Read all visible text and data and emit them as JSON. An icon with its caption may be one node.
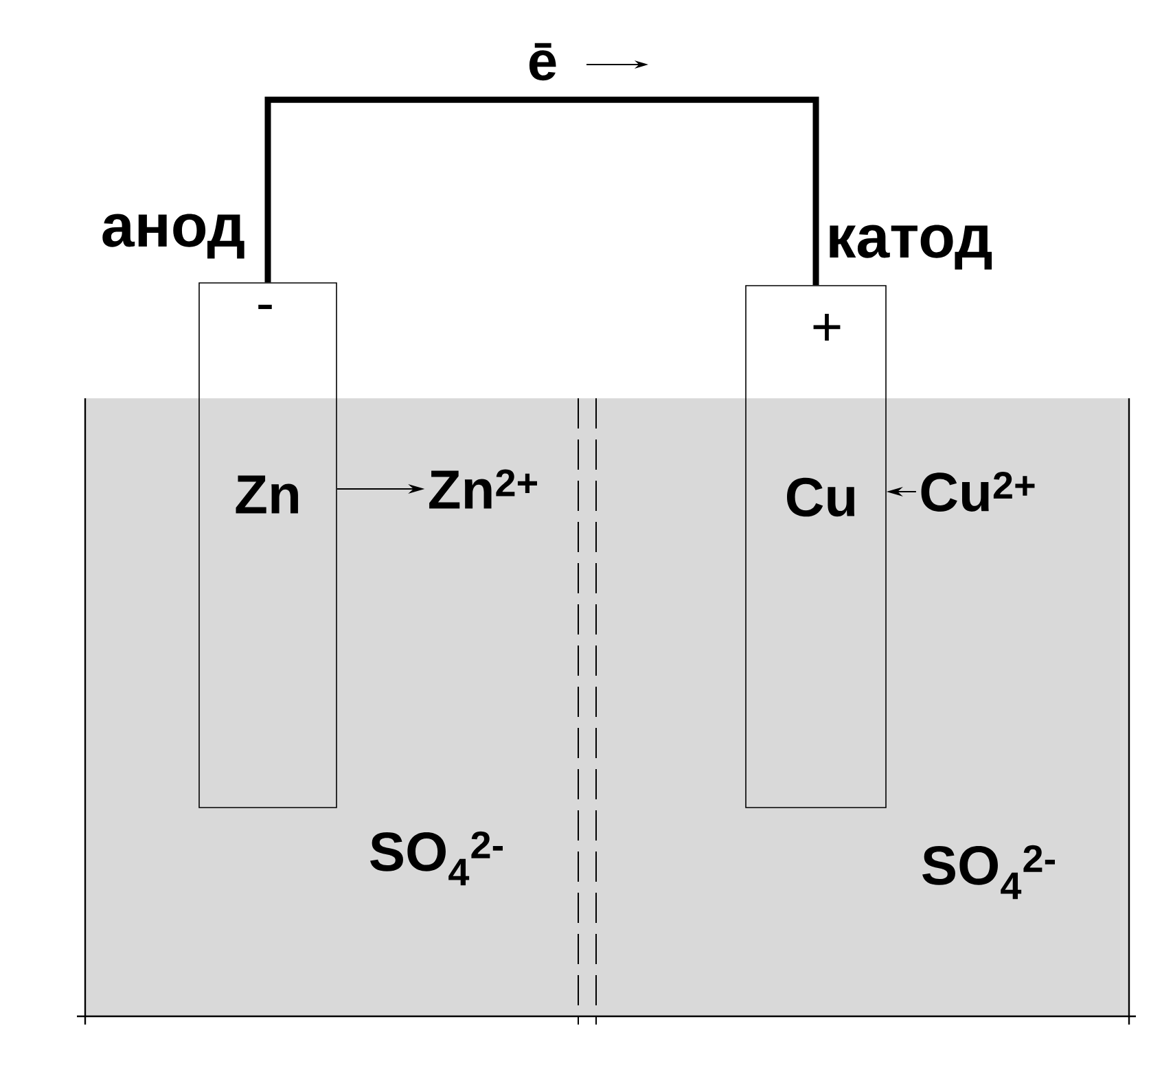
{
  "diagram": {
    "nodes": [
      {
        "text": [
          "-",
          "Zn"
        ],
        "beside": [
          "анод"
        ]
      },
      {
        "text": [
          "+",
          "Cu"
        ],
        "beside": [
          "катод"
        ]
      },
      {
        "text": [
          "Zn$^{2+}$"
        ]
      },
      {
        "text": [
          "Cu$^{2+}$"
        ]
      }
    ],
    "edges": [
      {
        "from": 0,
        "to": 1,
        "arrow": "none",
        "style": "thick",
        "label": "ē"
      },
      {
        "from": 0,
        "to": 2,
        "arrow": "to"
      },
      {
        "from": 3,
        "to": 1,
        "arrow": "to"
      }
    ],
    "labels": [
      "SO$_{4}$$^{2-}$",
      "SO$_{4}$$^{2-}$"
    ]
  }
}
